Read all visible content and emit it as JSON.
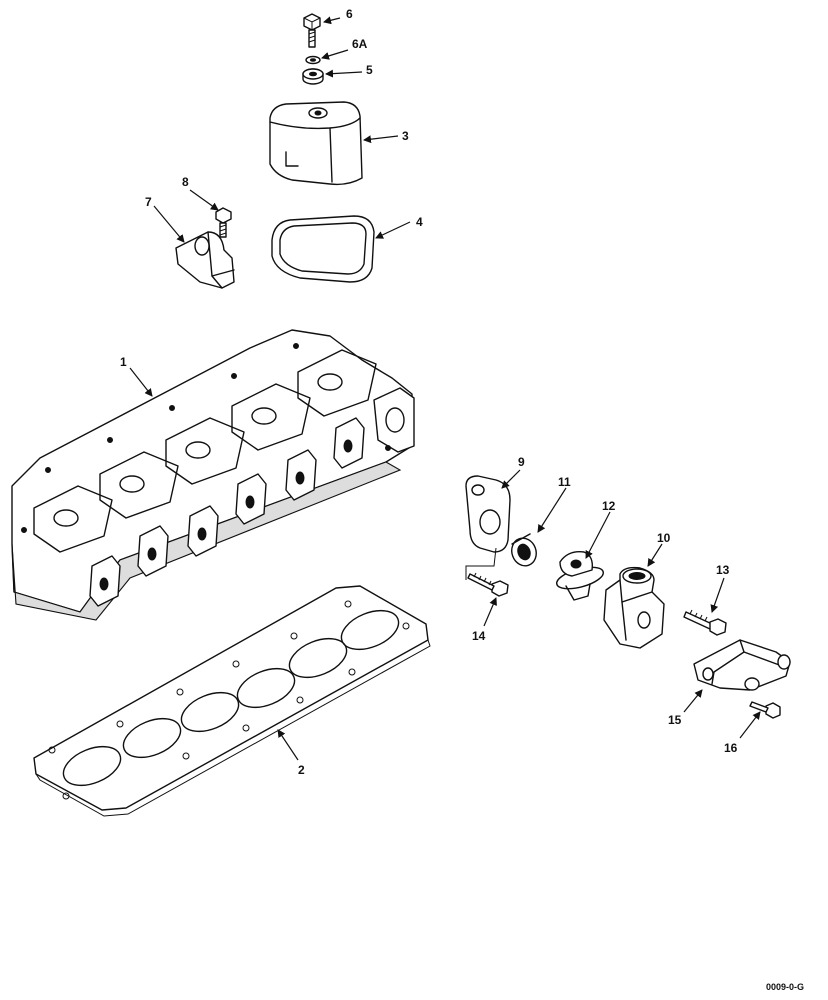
{
  "callouts": [
    {
      "id": "1",
      "text": "1"
    },
    {
      "id": "2",
      "text": "2"
    },
    {
      "id": "3",
      "text": "3"
    },
    {
      "id": "4",
      "text": "4"
    },
    {
      "id": "5",
      "text": "5"
    },
    {
      "id": "6",
      "text": "6"
    },
    {
      "id": "6A",
      "text": "6A"
    },
    {
      "id": "7",
      "text": "7"
    },
    {
      "id": "8",
      "text": "8"
    },
    {
      "id": "9",
      "text": "9"
    },
    {
      "id": "10",
      "text": "10"
    },
    {
      "id": "11",
      "text": "11"
    },
    {
      "id": "12",
      "text": "12"
    },
    {
      "id": "13",
      "text": "13"
    },
    {
      "id": "14",
      "text": "14"
    },
    {
      "id": "15",
      "text": "15"
    },
    {
      "id": "16",
      "text": "16"
    }
  ],
  "figure_reference": "0009-0-G"
}
